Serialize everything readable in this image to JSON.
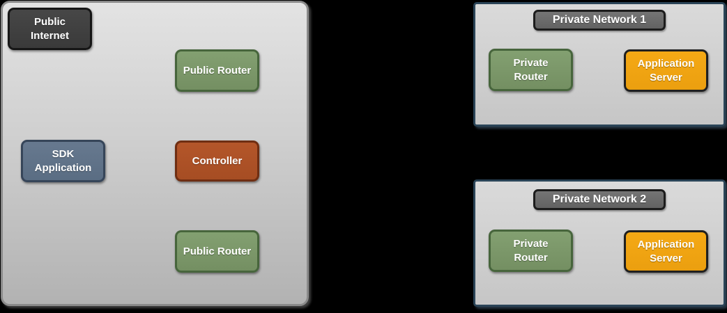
{
  "diagram": {
    "type": "network-architecture",
    "background_color": "#000000",
    "public_zone": {
      "panel_fill_top": "#e3e3e3",
      "panel_fill_bottom": "#b2b2b2",
      "panel_border": "#8a8a8a",
      "nodes": [
        {
          "id": "public-internet",
          "label": "Public Internet",
          "fill": "#414141",
          "border": "#161616"
        },
        {
          "id": "public-router-top",
          "label": "Public Router",
          "fill": "#7b9a69",
          "border": "#47653c"
        },
        {
          "id": "sdk-application",
          "label": "SDK Application",
          "fill": "#617389",
          "border": "#364559"
        },
        {
          "id": "controller",
          "label": "Controller",
          "fill": "#ad5126",
          "border": "#6f2e12"
        },
        {
          "id": "public-router-bottom",
          "label": "Public Router",
          "fill": "#7b9a69",
          "border": "#47653c"
        }
      ]
    },
    "private_networks": [
      {
        "title": "Private Network 1",
        "panel_border": "#2a4457",
        "title_fill": "#6b6b6b",
        "nodes": [
          {
            "id": "private-router",
            "label": "Private Router",
            "fill": "#7b9a69",
            "border": "#47653c"
          },
          {
            "id": "application-server",
            "label": "Application Server",
            "fill": "#f2a412",
            "border": "#1f1f1f"
          }
        ]
      },
      {
        "title": "Private Network 2",
        "panel_border": "#2a4457",
        "title_fill": "#6b6b6b",
        "nodes": [
          {
            "id": "private-router",
            "label": "Private Router",
            "fill": "#7b9a69",
            "border": "#47653c"
          },
          {
            "id": "application-server",
            "label": "Application Server",
            "fill": "#f2a412",
            "border": "#1f1f1f"
          }
        ]
      }
    ]
  }
}
